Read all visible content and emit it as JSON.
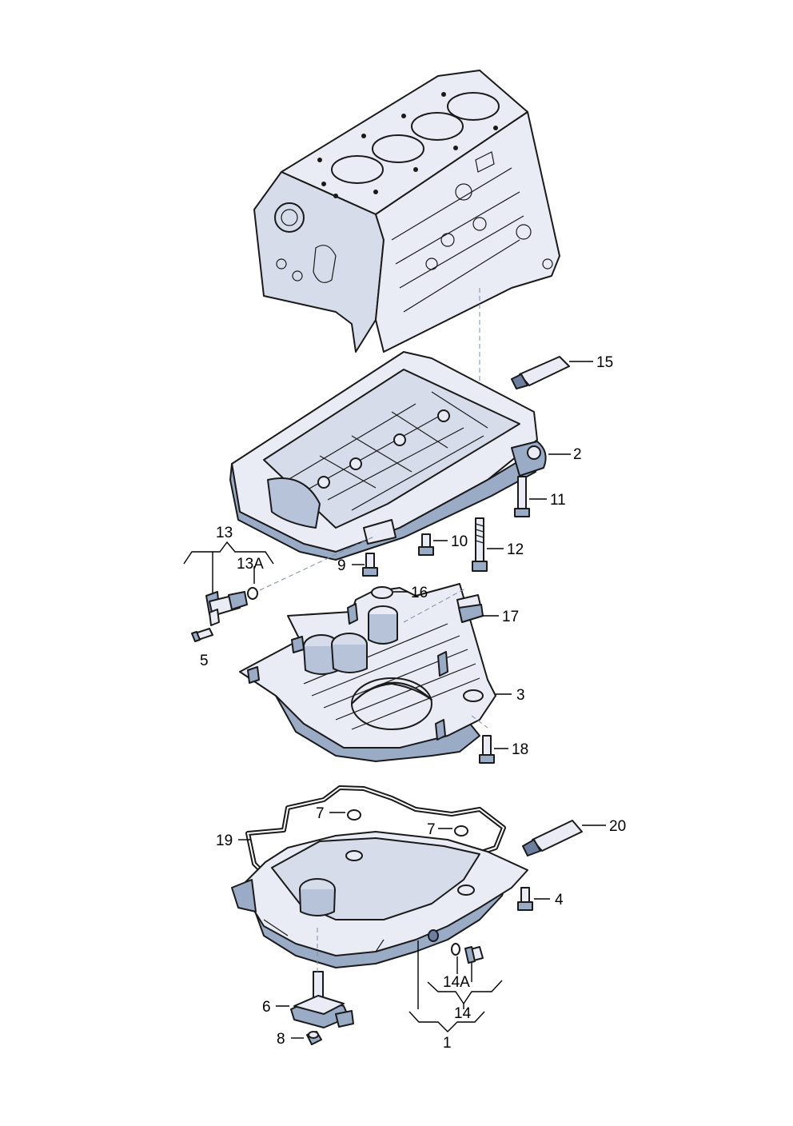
{
  "labels": {
    "l1": "1",
    "l2": "2",
    "l3": "3",
    "l4": "4",
    "l5": "5",
    "l6": "6",
    "l7a": "7",
    "l7b": "7",
    "l8": "8",
    "l9": "9",
    "l10": "10",
    "l11": "11",
    "l12": "12",
    "l13": "13",
    "l13a": "13A",
    "l14": "14",
    "l14a": "14A",
    "l15": "15",
    "l16": "16",
    "l17": "17",
    "l18": "18",
    "l19": "19",
    "l20": "20"
  },
  "colors": {
    "metal_light": "#e9ecf4",
    "metal_blue": "#9aabc6",
    "metal_shadow": "#6d7f9e",
    "outline": "#1a1a1a"
  }
}
